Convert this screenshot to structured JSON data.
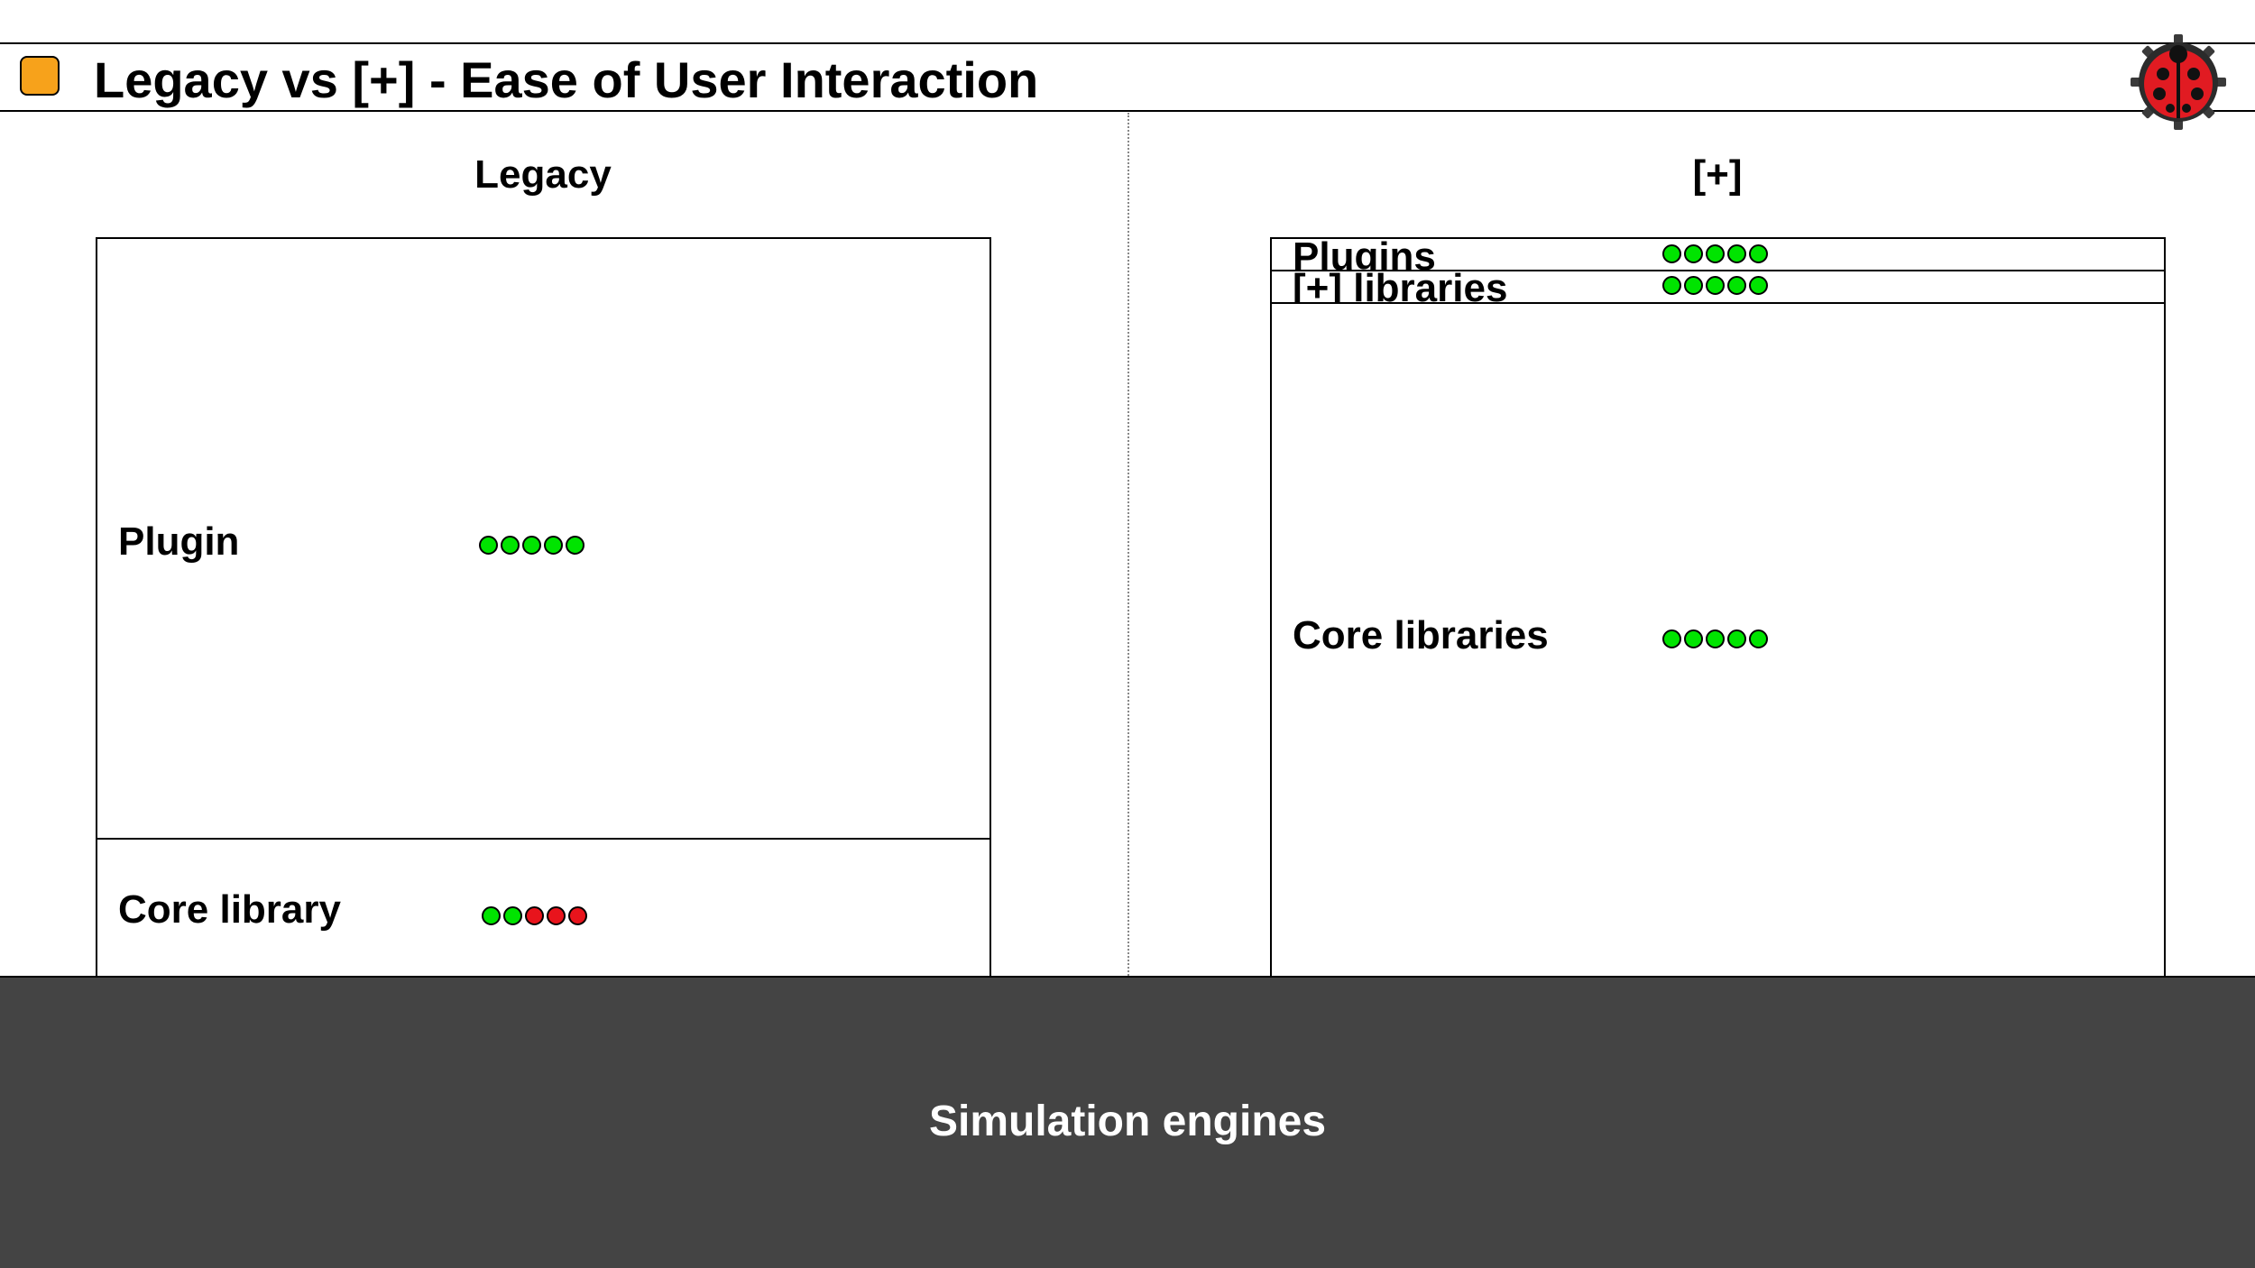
{
  "slide": {
    "title": "Legacy vs [+] - Ease of User Interaction",
    "bullet_color": "#f7a21b",
    "logo_icon": "ladybug-gear-logo-icon"
  },
  "legacy": {
    "heading": "Legacy",
    "rows": [
      {
        "label": "Plugin",
        "dots": [
          "green",
          "green",
          "green",
          "green",
          "green"
        ]
      },
      {
        "label": "Core library",
        "dots": [
          "green",
          "green",
          "red",
          "red",
          "red"
        ]
      }
    ]
  },
  "plus": {
    "heading": "[+]",
    "rows": [
      {
        "label": "Plugins",
        "dots": [
          "green",
          "green",
          "green",
          "green",
          "green"
        ]
      },
      {
        "label": "[+] libraries",
        "dots": [
          "green",
          "green",
          "green",
          "green",
          "green"
        ]
      },
      {
        "label": "Core libraries",
        "dots": [
          "green",
          "green",
          "green",
          "green",
          "green"
        ]
      }
    ]
  },
  "engines": {
    "label": "Simulation engines",
    "color": "#444444"
  },
  "colors": {
    "green": "#00e400",
    "red": "#e8141c"
  }
}
